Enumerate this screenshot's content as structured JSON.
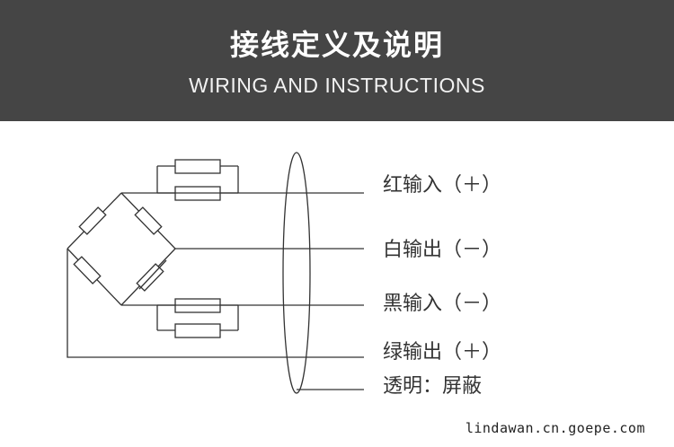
{
  "header": {
    "title_cn": "接线定义及说明",
    "title_en": "WIRING AND INSTRUCTIONS",
    "background": "#454545"
  },
  "wires": [
    {
      "label": "红输入（＋）"
    },
    {
      "label": "白输出（－）"
    },
    {
      "label": "黑输入（－）"
    },
    {
      "label": "绿输出（＋）"
    },
    {
      "label": "透明：屏蔽"
    }
  ],
  "watermark": "lindawan.cn.goepe.com"
}
